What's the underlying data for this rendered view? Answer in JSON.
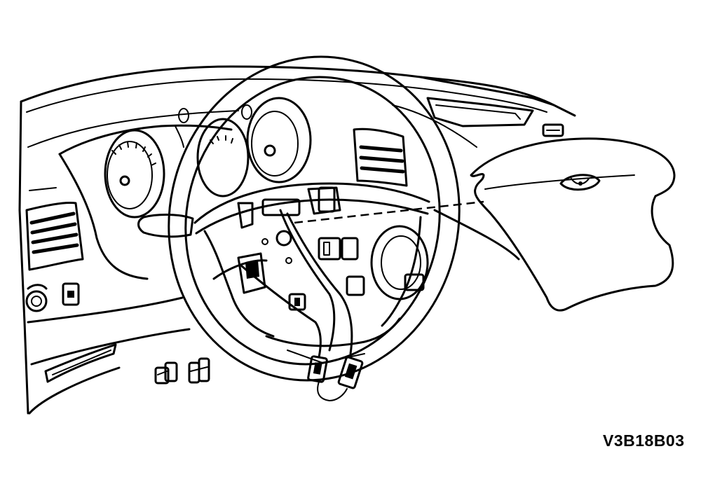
{
  "figure": {
    "code": "V3B18B03"
  },
  "parts": [
    {
      "id": "instrument-panel",
      "icon": "dashboard-outline"
    },
    {
      "id": "steering-wheel",
      "icon": "steering-wheel-ring"
    },
    {
      "id": "air-bag-module",
      "icon": "airbag-pad"
    },
    {
      "id": "horn-connectors",
      "icon": "connector-plugs"
    },
    {
      "id": "alignment-line",
      "icon": "dashed-guide-line"
    }
  ]
}
